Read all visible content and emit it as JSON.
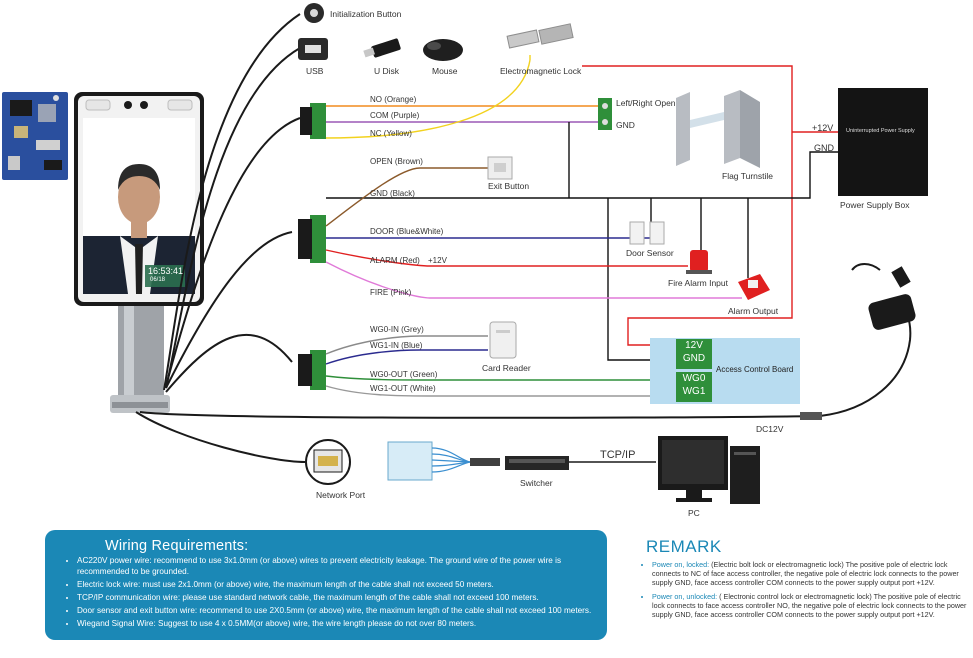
{
  "devices": {
    "init_button": "Initialization Button",
    "usb": "USB",
    "u_disk": "U Disk",
    "mouse": "Mouse",
    "em_lock": "Electromagnetic Lock",
    "left_right_open": "Left/Right Open",
    "gnd_turnstile": "GND",
    "flag_turnstile": "Flag Turnstile",
    "exit_button": "Exit Button",
    "door_sensor": "Door Sensor",
    "fire_alarm_input": "Fire Alarm Input",
    "alarm_output": "Alarm Output",
    "card_reader": "Card Reader",
    "access_control_board": "Access Control Board",
    "network_port": "Network Port",
    "switcher": "Switcher",
    "pc": "PC",
    "tcp_ip": "TCP/IP",
    "dc12v": "DC12V",
    "power_supply_box": "Power Supply Box",
    "plus12v": "+12V",
    "gnd_power": "GND",
    "ups_label": "Uninterrupted Power Supply"
  },
  "wires": {
    "no": "NO (Orange)",
    "com": "COM (Purple)",
    "nc": "NC (Yellow)",
    "open": "OPEN (Brown)",
    "gnd": "GND (Black)",
    "door": "DOOR (Blue&White)",
    "alarm": "ALARM (Red)",
    "alarm_v": "+12V",
    "fire": "FIRE (Pink)",
    "wg0_in": "WG0-IN (Grey)",
    "wg1_in": "WG1-IN (Blue)",
    "wg0_out": "WG0-OUT (Green)",
    "wg1_out": "WG1-OUT (White)"
  },
  "board_terminals": {
    "t1": "12V",
    "t2": "GND",
    "t3": "WG0",
    "t4": "WG1"
  },
  "terminal": {
    "time": "16:53:41",
    "date": "06/18"
  },
  "colors": {
    "orange": "#f28c1e",
    "purple": "#9b59b6",
    "yellow": "#f2d21e",
    "brown": "#8b5a2b",
    "black": "#111111",
    "blue": "#2b2b8f",
    "red": "#e02020",
    "pink": "#e07ad8",
    "grey": "#8a8a8a",
    "green": "#2f8f3a",
    "info_blue": "#1b88b6"
  },
  "wiring_requirements": {
    "title": "Wiring Requirements:",
    "items": [
      "AC220V power wire:   recommend to use 3x1.0mm (or above) wires to prevent electricity leakage. The ground wire of the power wire is recommended to be grounded.",
      "Electric lock wire: must use 2x1.0mm (or above) wire, the maximum length of the cable shall not exceed 50 meters.",
      "TCP/IP communication wire: please use standard network cable, the maximum length of the cable shall not exceed 100 meters.",
      "Door sensor and exit button wire: recommend to use 2X0.5mm (or above) wire, the maximum length of the cable shall not exceed 100 meters.",
      "Wiegand Signal Wire: Suggest to use 4 x 0.5MM(or above) wire, the wire length please do not over 80 meters."
    ]
  },
  "remark": {
    "title": "REMARK",
    "items": [
      {
        "key": "Power on, locked:",
        "text": "(Electric bolt lock or electromagnetic lock) The positive pole of electric lock connects to NC of face access controller, the negative pole of electric lock connects to the power supply GND,  face access controller COM connects to the power supply output port +12V."
      },
      {
        "key": "Power on, unlocked:",
        "text": "( Electronic control lock or  electromagnetic lock) The positive pole of electric lock connects to face access controller NO, the negative pole of electric lock connects to the power supply GND, face access controller COM connects to the power supply output port +12V."
      }
    ]
  }
}
